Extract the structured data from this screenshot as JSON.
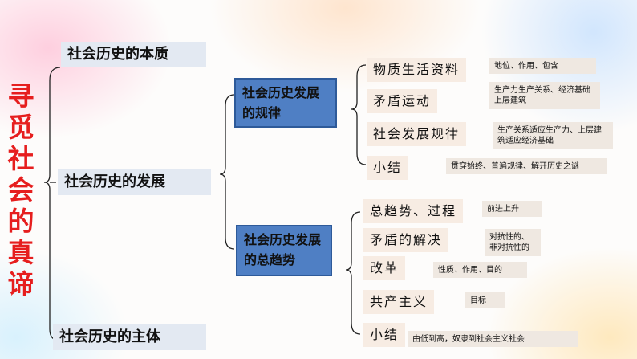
{
  "title_chars": [
    "寻",
    "觅",
    "社",
    "会",
    "的",
    "真",
    "谛"
  ],
  "level1": {
    "essence": "社会历史的本质",
    "development": "社会历史的发展",
    "subject": "社会历史的主体"
  },
  "level2": {
    "law": "社会历史发展的规律",
    "trend": "社会历史发展的总趋势"
  },
  "law_items": [
    {
      "label": "物质生活资料",
      "note": "地位、作用、包含"
    },
    {
      "label": "矛盾运动",
      "note": "生产力生产关系、经济基础上层建筑"
    },
    {
      "label": "社会发展规律",
      "note": "生产关系适应生产力、上层建筑适应经济基础"
    },
    {
      "label": "小结",
      "note": "贯穿始终、普遍规律、解开历史之谜"
    }
  ],
  "trend_items": [
    {
      "label": "总趋势、过程",
      "note": "前进上升"
    },
    {
      "label": "矛盾的解决",
      "note": "对抗性的、非对抗性的"
    },
    {
      "label": "改革",
      "note": "性质、作用、目的"
    },
    {
      "label": "共产主义",
      "note": "目标"
    },
    {
      "label": "小结",
      "note": "由低到高，奴隶到社会主义社会"
    }
  ],
  "colors": {
    "title": "#e61e1e",
    "level2_fill": "#4f7fc4",
    "level1_fill": "#e3e9f2",
    "item_fill": "#f7ece3"
  }
}
